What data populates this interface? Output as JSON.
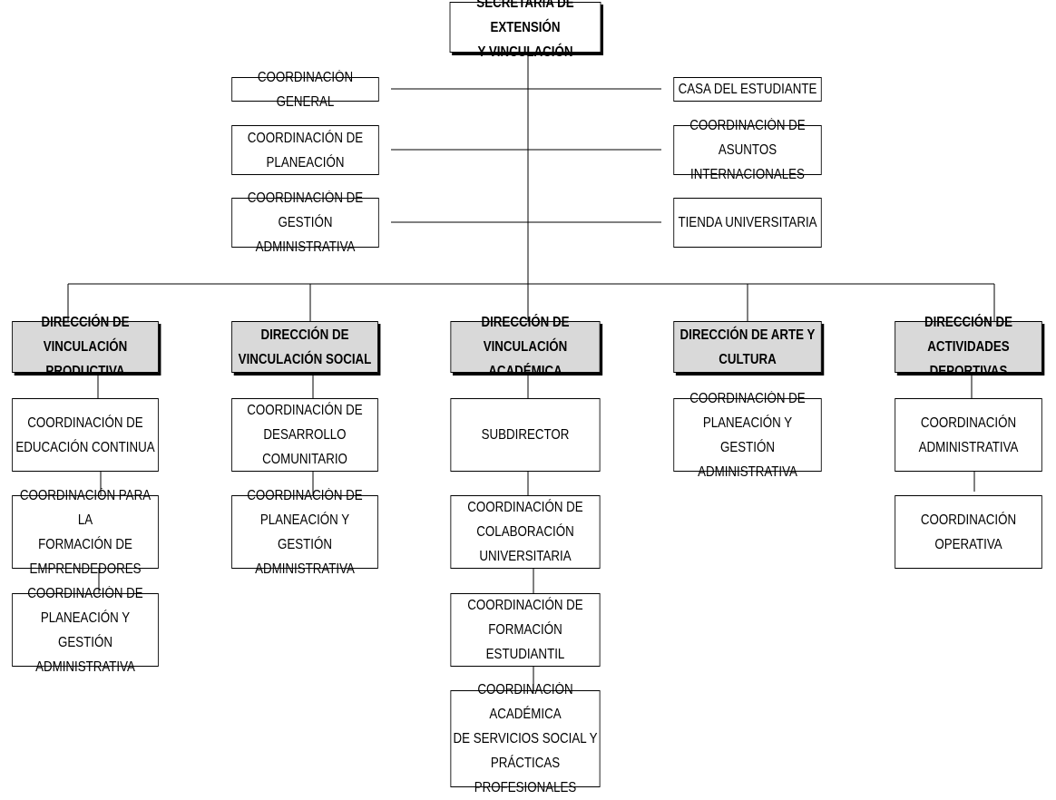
{
  "top": "SECRETARIA DE EXTENSIÓN\nY VINCULACIÓN",
  "staff_left": [
    "COORDINACIÓN GENERAL",
    "COORDINACIÓN DE\nPLANEACIÓN",
    "COORDINACIÓN DE GESTIÓN\nADMINISTRATIVA"
  ],
  "staff_right": [
    "CASA DEL ESTUDIANTE",
    "COORDINACIÓN DE ASUNTOS\nINTERNACIONALES",
    "TIENDA UNIVERSITARIA"
  ],
  "directions": [
    {
      "title": "DIRECCIÓN DE\nVINCULACIÓN PRODUCTIVA",
      "units": [
        "COORDINACIÓN DE\nEDUCACIÓN CONTINUA",
        "COORDINACIÓN PARA LA\nFORMACIÓN DE\nEMPRENDEDORES",
        "COORDINACIÓN DE\nPLANEACIÓN Y GESTIÓN\nADMINISTRATIVA"
      ]
    },
    {
      "title": "DIRECCIÓN DE\nVINCULACIÓN SOCIAL",
      "units": [
        "COORDINACIÓN DE\nDESARROLLO COMUNITARIO",
        "COORDINACIÓN DE\nPLANEACIÓN Y GESTIÓN\nADMINISTRATIVA"
      ]
    },
    {
      "title": "DIRECCIÓN DE VINCULACIÓN\nACADÉMICA",
      "units": [
        "SUBDIRECTOR",
        "COORDINACIÓN DE\nCOLABORACIÓN\nUNIVERSITARIA",
        "COORDINACIÓN DE\nFORMACIÓN ESTUDIANTIL",
        "COORDINACIÓN ACADÉMICA\nDE SERVICIOS SOCIAL Y\nPRÁCTICAS PROFESIONALES"
      ]
    },
    {
      "title": "DIRECCIÓN DE ARTE Y\nCULTURA",
      "units": [
        "COORDINACIÓN DE\nPLANEACIÓN Y GESTIÓN\nADMINISTRATIVA"
      ]
    },
    {
      "title": "DIRECCIÓN DE ACTIVIDADES\nDEPORTIVAS",
      "units": [
        "COORDINACIÓN\nADMINISTRATIVA",
        "COORDINACIÓN OPERATIVA"
      ]
    }
  ]
}
